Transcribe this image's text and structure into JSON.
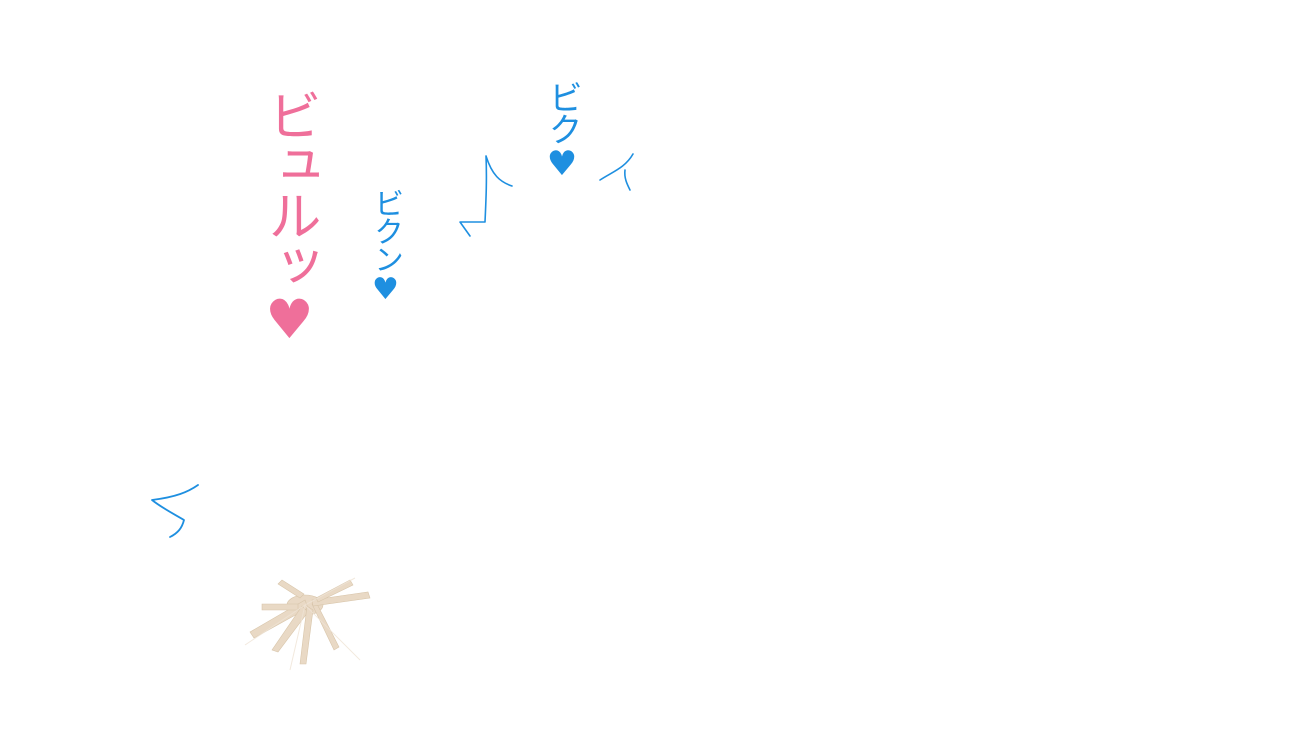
{
  "sfx": {
    "byurutt": "ビュルッ♥",
    "biku": "ビク♥",
    "bikun": "ビクン♥"
  },
  "colors": {
    "pink": "#ef6f9a",
    "blue": "#1e8fe0",
    "cream": "#e8d8c2",
    "background": "#ffffff"
  },
  "icons": [
    "twitch-mark-icon",
    "splash-icon"
  ]
}
